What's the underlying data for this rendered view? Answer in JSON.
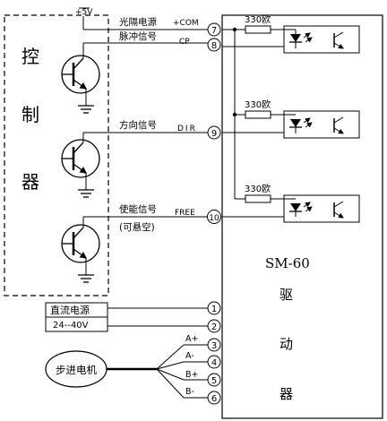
{
  "controller": {
    "title_chars": [
      "控",
      "制",
      "器"
    ],
    "supply_label": "+5V"
  },
  "signals": {
    "opto_power": {
      "name": "光隔电源",
      "code": "+COM"
    },
    "pulse": {
      "name": "脉冲信号",
      "code": "CP"
    },
    "direction": {
      "name": "方向信号",
      "code": "DIR"
    },
    "enable": {
      "name": "使能信号",
      "code": "FREE",
      "note": "(可悬空)"
    }
  },
  "resistors": [
    "330欧",
    "330欧",
    "330欧"
  ],
  "driver": {
    "model": "SM-60",
    "title_chars": [
      "驱",
      "动",
      "器"
    ]
  },
  "power_supply": {
    "label": "直流电源",
    "voltage": "24--40V"
  },
  "motor": {
    "label": "步进电机",
    "phases": [
      "A+",
      "A-",
      "B+",
      "B-"
    ]
  },
  "pins": [
    "1",
    "2",
    "3",
    "4",
    "5",
    "6",
    "7",
    "8",
    "9",
    "10"
  ]
}
